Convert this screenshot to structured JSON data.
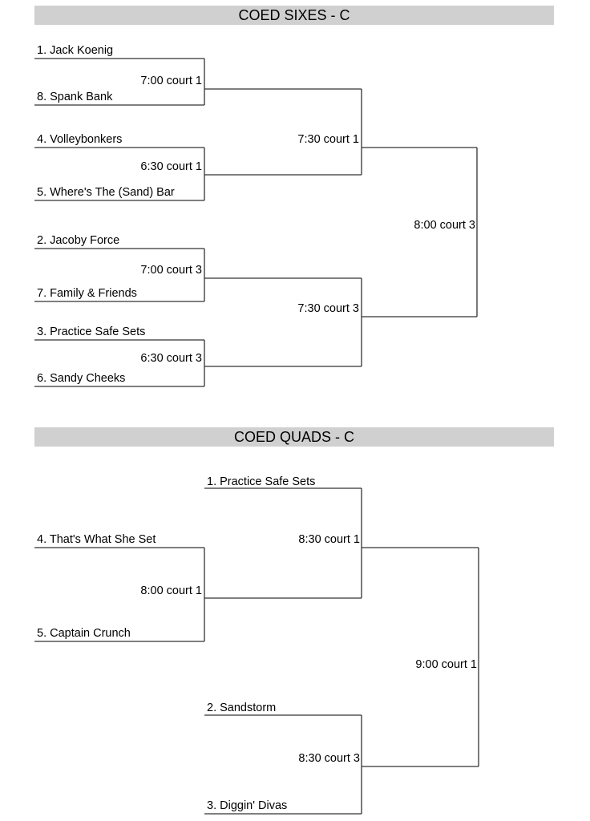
{
  "sixes": {
    "title": "COED SIXES - C",
    "teams": [
      "1. Jack Koenig",
      "8. Spank Bank",
      "4. Volleybonkers",
      "5. Where's The (Sand) Bar",
      "2. Jacoby Force",
      "7. Family & Friends",
      "3. Practice Safe Sets",
      "6. Sandy Cheeks"
    ],
    "round1": [
      "7:00 court 1",
      "6:30 court 1",
      "7:00 court 3",
      "6:30 court 3"
    ],
    "round2": [
      "7:30 court 1",
      "7:30 court 3"
    ],
    "final": "8:00 court 3"
  },
  "quads": {
    "title": "COED QUADS - C",
    "teams": [
      "1. Practice Safe Sets",
      "4. That's What She Set",
      "5. Captain Crunch",
      "2. Sandstorm",
      "3. Diggin' Divas"
    ],
    "round1": [
      "8:00 court 1"
    ],
    "round2": [
      "8:30 court 1",
      "8:30 court 3"
    ],
    "final": "9:00 court 1"
  }
}
